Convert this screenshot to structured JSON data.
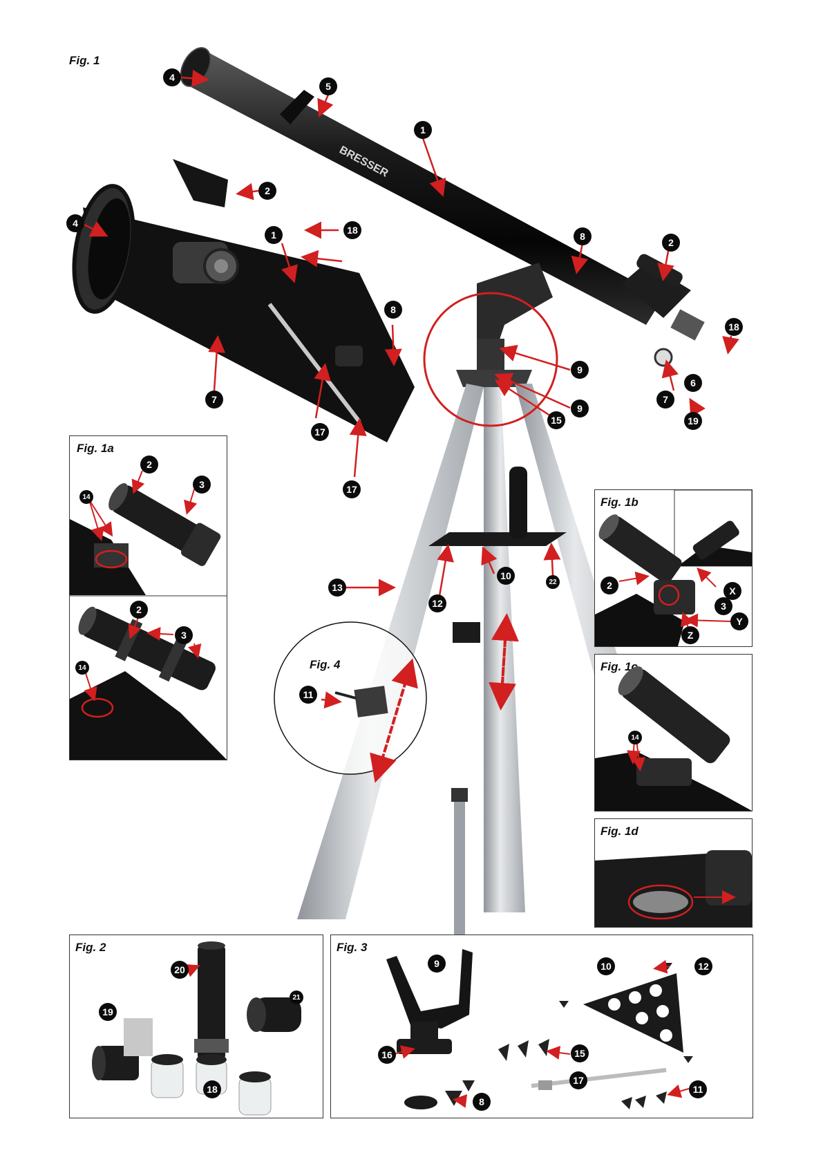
{
  "figures": {
    "fig1": "Fig. 1",
    "fig1a": "Fig. 1a",
    "fig1b": "Fig. 1b",
    "fig1c": "Fig. 1c",
    "fig1d": "Fig. 1d",
    "fig2": "Fig. 2",
    "fig3": "Fig. 3",
    "fig4": "Fig. 4"
  },
  "brand": "BRESSER",
  "callouts": {
    "fig1": [
      "4",
      "5",
      "1",
      "2",
      "4",
      "1",
      "18",
      "8",
      "2",
      "18",
      "8",
      "9",
      "9",
      "15",
      "7",
      "6",
      "19",
      "7",
      "17",
      "17",
      "13",
      "10",
      "12",
      "22"
    ],
    "fig1a": [
      "2",
      "3",
      "14",
      "2",
      "3",
      "14"
    ],
    "fig1b": [
      "2",
      "3",
      "X",
      "Y",
      "Z"
    ],
    "fig1c": [
      "14"
    ],
    "fig2": [
      "20",
      "19",
      "21",
      "18"
    ],
    "fig3": [
      "9",
      "10",
      "12",
      "16",
      "15",
      "17",
      "8",
      "11"
    ],
    "fig4": [
      "11"
    ]
  }
}
